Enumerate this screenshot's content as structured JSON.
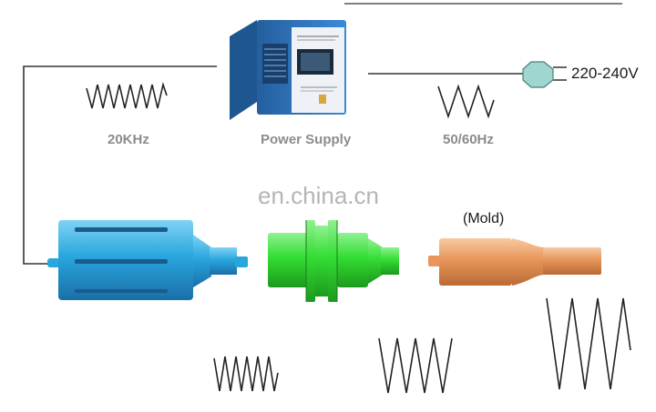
{
  "labels": {
    "freq_left": "20KHz",
    "power_supply": "Power Supply",
    "freq_right": "50/60Hz",
    "voltage": "220-240V",
    "mold": "(Mold)"
  },
  "watermark": "en.china.cn",
  "colors": {
    "transducer": "#2aa6de",
    "booster": "#33dd33",
    "horn": "#e8965a",
    "power_supply_body": "#2f78c8",
    "plug": "#9fd6d0"
  }
}
